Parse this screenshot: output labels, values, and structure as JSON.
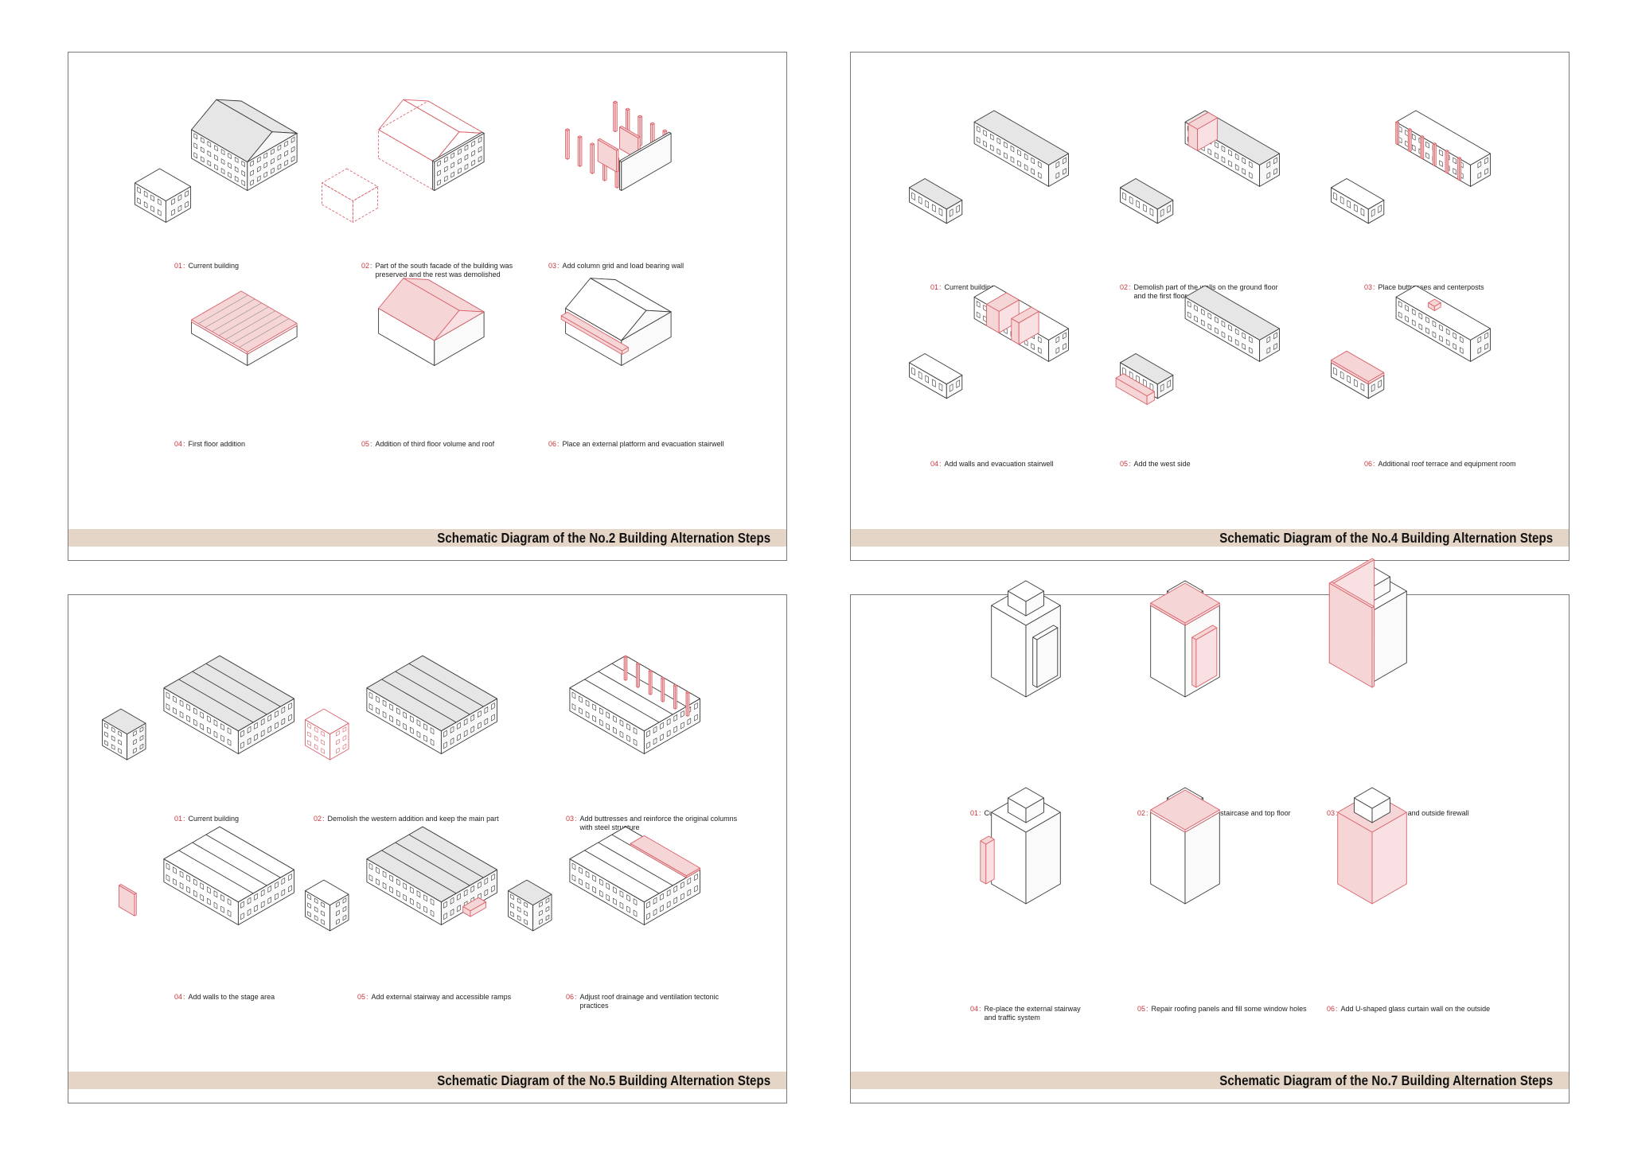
{
  "colors": {
    "accent": "#c6383e",
    "highlight_fill": "#f6d5d7",
    "gray_fill": "#e6e6e6",
    "band": "#e4d5c7",
    "line": "#3a3a3a"
  },
  "panels": [
    {
      "title": "Schematic Diagram of the No.2 Building Alternation Steps",
      "steps": [
        {
          "num": "01",
          "sep": ":",
          "text": "Current building",
          "icon": "warehouse-gabled-roof"
        },
        {
          "num": "02",
          "sep": ":",
          "text": "Part of the south facade of the  building was\npreserved and the rest was demolished",
          "icon": "dashed-demolition-outline"
        },
        {
          "num": "03",
          "sep": ":",
          "text": "Add column grid and load bearing wall",
          "icon": "column-grid-frame"
        },
        {
          "num": "04",
          "sep": ":",
          "text": "First floor addition",
          "icon": "floor-slab-volume"
        },
        {
          "num": "05",
          "sep": ":",
          "text": "Addition of third floor volume and roof",
          "icon": "pink-roof-volume"
        },
        {
          "num": "06",
          "sep": ":",
          "text": "Place an external platform and evacuation stairwell",
          "icon": "external-platform-stair"
        }
      ]
    },
    {
      "title": "Schematic Diagram of the No.4 Building Alternation Steps",
      "steps": [
        {
          "num": "01",
          "sep": ":",
          "text": "Current building",
          "icon": "l-shaped-block"
        },
        {
          "num": "02",
          "sep": ":",
          "text": "Demolish part of the walls on the ground floor\nand the first floor",
          "icon": "partial-wall-demolition"
        },
        {
          "num": "03",
          "sep": ":",
          "text": "Place buttresses and centerposts",
          "icon": "buttress-frame"
        },
        {
          "num": "04",
          "sep": ":",
          "text": "Add walls and evacuation stairwell",
          "icon": "walls-stairwell"
        },
        {
          "num": "05",
          "sep": ":",
          "text": "Add the west side",
          "icon": "west-side-addition"
        },
        {
          "num": "06",
          "sep": ":",
          "text": "Additional roof terrace and equipment room",
          "icon": "roof-terrace"
        }
      ]
    },
    {
      "title": "Schematic Diagram of the No.5 Building Alternation Steps",
      "steps": [
        {
          "num": "01",
          "sep": ":",
          "text": "Current building",
          "icon": "sawtooth-hall"
        },
        {
          "num": "02",
          "sep": ":",
          "text": "Demolish the western addition and keep the main part",
          "icon": "western-addition-removed"
        },
        {
          "num": "03",
          "sep": ":",
          "text": "Add buttresses and reinforce the original columns\nwith steel structure",
          "icon": "steel-reinforcement"
        },
        {
          "num": "04",
          "sep": ":",
          "text": "Add walls to the stage area",
          "icon": "stage-walls"
        },
        {
          "num": "05",
          "sep": ":",
          "text": "Add external stairway and accessible ramps",
          "icon": "external-ramps"
        },
        {
          "num": "06",
          "sep": ":",
          "text": "Adjust roof drainage and ventilation tectonic\npractices",
          "icon": "roof-drainage"
        }
      ]
    },
    {
      "title": "Schematic Diagram of the No.7 Building Alternation Steps",
      "steps": [
        {
          "num": "01",
          "sep": ":",
          "text": "Current building",
          "icon": "tower-block"
        },
        {
          "num": "02",
          "sep": ":",
          "text": "Demolish the original staircase and top floor",
          "icon": "staircase-removed"
        },
        {
          "num": "03",
          "sep": ":",
          "text": "Place the buttresses and outside firewall",
          "icon": "firewall-buttress"
        },
        {
          "num": "04",
          "sep": ":",
          "text": "Re-place the external stairway\nand traffic system",
          "icon": "new-external-stair"
        },
        {
          "num": "05",
          "sep": ":",
          "text": "Repair roofing panels and fill some window holes",
          "icon": "roof-repair"
        },
        {
          "num": "06",
          "sep": ":",
          "text": "Add U-shaped glass curtain wall on the outside",
          "icon": "glass-curtain-wall"
        }
      ]
    }
  ]
}
